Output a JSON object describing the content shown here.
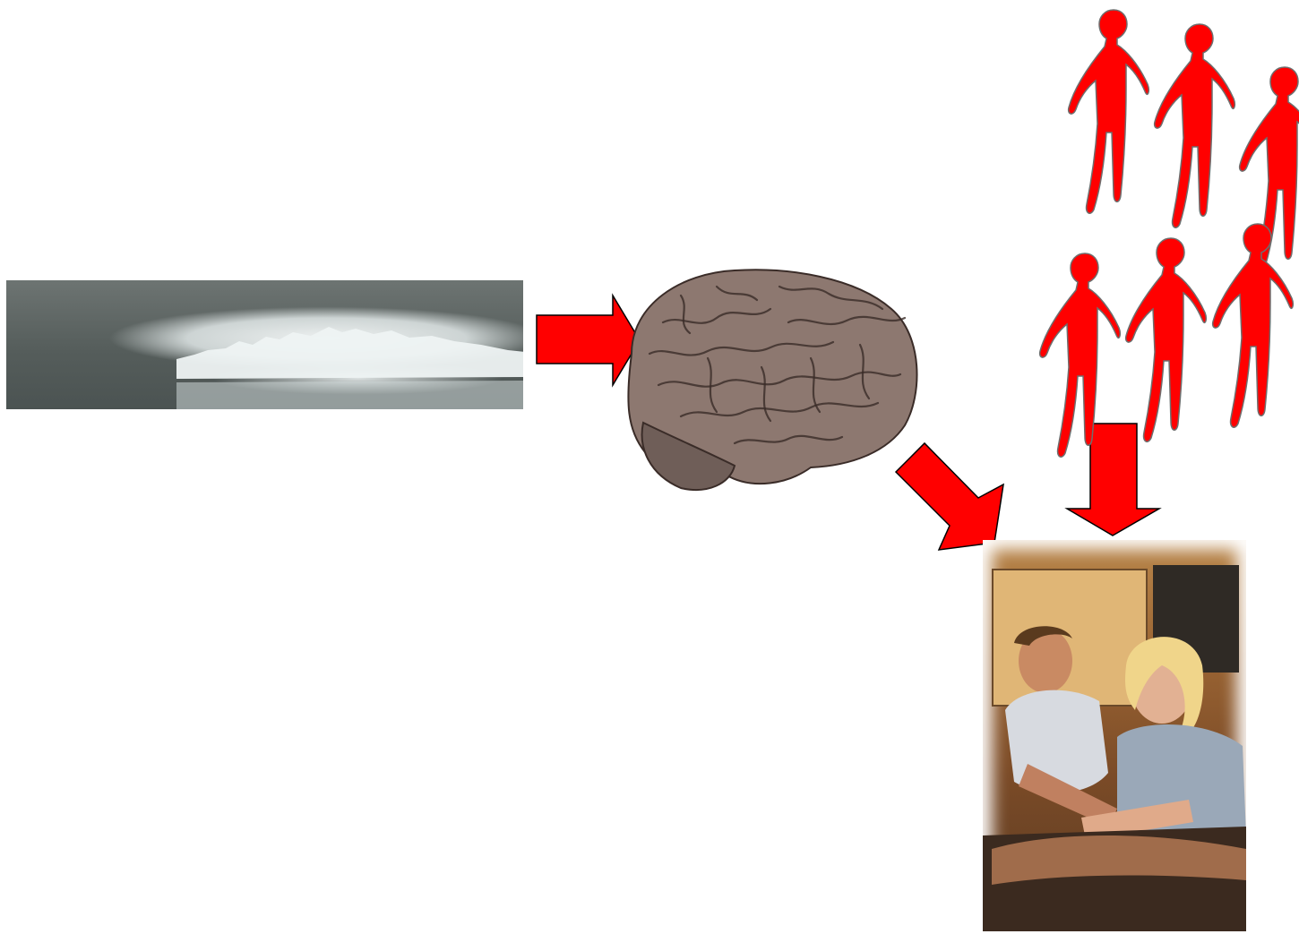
{
  "diagram": {
    "colors": {
      "arrow_fill": "#ff0000",
      "arrow_stroke": "#000000",
      "figure_fill": "#ff0000",
      "figure_stroke": "#6e6e6e",
      "brain_fill": "#8d7870",
      "brain_stroke": "#3a2c28",
      "background": "#ffffff"
    },
    "nodes": [
      {
        "id": "water",
        "kind": "image",
        "depicts": "water-surface-with-foam"
      },
      {
        "id": "brain",
        "kind": "image",
        "depicts": "human-brain"
      },
      {
        "id": "people",
        "kind": "icon-group",
        "depicts": "red-person-figures",
        "count": 6
      },
      {
        "id": "photo",
        "kind": "image",
        "depicts": "man-and-woman-at-kitchen-floor"
      }
    ],
    "edges": [
      {
        "from": "water",
        "to": "brain",
        "direction": "right"
      },
      {
        "from": "brain",
        "to": "photo",
        "direction": "down-right"
      },
      {
        "from": "people",
        "to": "photo",
        "direction": "down"
      }
    ]
  }
}
